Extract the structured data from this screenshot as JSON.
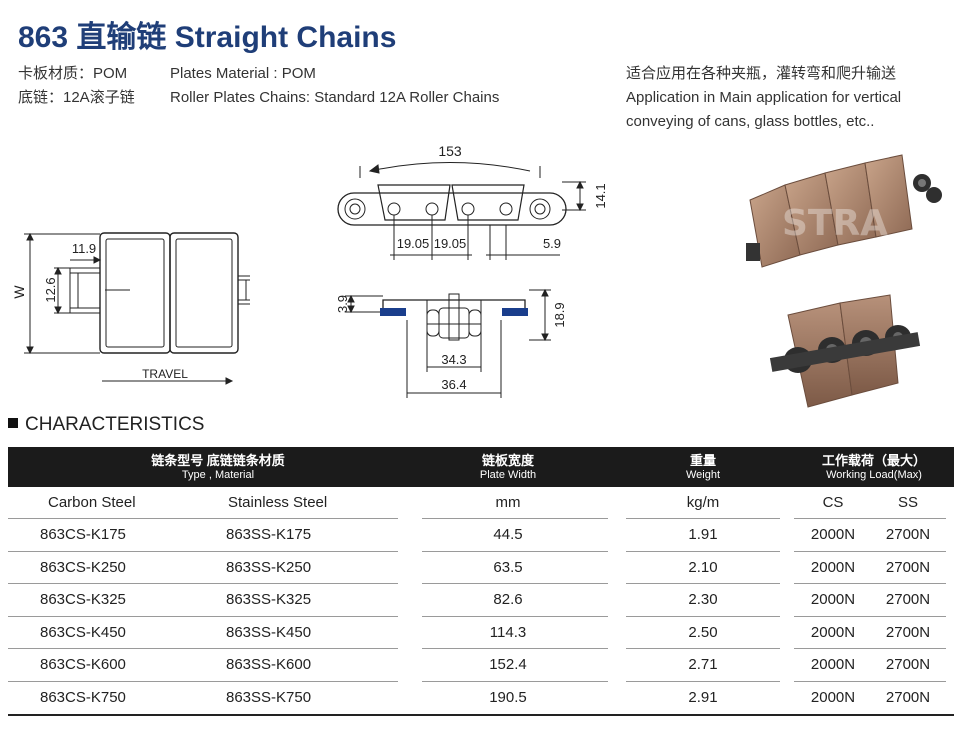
{
  "header": {
    "model": "863",
    "title_cn": "直输链",
    "title_en": "Straight Chains"
  },
  "specs": {
    "plate_cn_label": "卡板材质：POM",
    "base_cn_label": "底链：12A滚子链",
    "plate_en_label": "Plates Material : POM",
    "base_en_label": "Roller Plates Chains: Standard 12A Roller Chains"
  },
  "application": {
    "cn": "适合应用在各种夹瓶，灌转弯和爬升输送",
    "en_line1": "Application in Main application for vertical",
    "en_line2": "conveying of cans, glass bottles, etc.."
  },
  "drawing": {
    "top_width": "153",
    "height_right": "14.1",
    "pitch_a": "19.05",
    "pitch_b": "19.05",
    "offset_right": "5.9",
    "side_w": "W",
    "side_11": "11.9",
    "side_12": "12.6",
    "travel": "TRAVEL",
    "sec_3": "3.9",
    "sec_18": "18.9",
    "sec_34": "34.3",
    "sec_36": "36.4"
  },
  "photo": {
    "watermark": "STRA"
  },
  "characteristics": {
    "heading": "CHARACTERISTICS",
    "col_type_cn": "链条型号 底链链条材质",
    "col_type_en": "Type , Material",
    "col_width_cn": "链板宽度",
    "col_width_en": "Plate Width",
    "col_weight_cn": "重量",
    "col_weight_en": "Weight",
    "col_load_cn": "工作载荷（最大）",
    "col_load_en": "Working Load(Max)",
    "sub": {
      "carbon": "Carbon Steel",
      "stainless": "Stainless Steel",
      "mm": "mm",
      "kgm": "kg/m",
      "cs": "CS",
      "ss": "SS"
    },
    "rows": [
      {
        "cs": "863CS-K175",
        "ss": "863SS-K175",
        "width": "44.5",
        "weight": "1.91",
        "load_cs": "2000N",
        "load_ss": "2700N"
      },
      {
        "cs": "863CS-K250",
        "ss": "863SS-K250",
        "width": "63.5",
        "weight": "2.10",
        "load_cs": "2000N",
        "load_ss": "2700N"
      },
      {
        "cs": "863CS-K325",
        "ss": "863SS-K325",
        "width": "82.6",
        "weight": "2.30",
        "load_cs": "2000N",
        "load_ss": "2700N"
      },
      {
        "cs": "863CS-K450",
        "ss": "863SS-K450",
        "width": "114.3",
        "weight": "2.50",
        "load_cs": "2000N",
        "load_ss": "2700N"
      },
      {
        "cs": "863CS-K600",
        "ss": "863SS-K600",
        "width": "152.4",
        "weight": "2.71",
        "load_cs": "2000N",
        "load_ss": "2700N"
      },
      {
        "cs": "863CS-K750",
        "ss": "863SS-K750",
        "width": "190.5",
        "weight": "2.91",
        "load_cs": "2000N",
        "load_ss": "2700N"
      }
    ]
  }
}
